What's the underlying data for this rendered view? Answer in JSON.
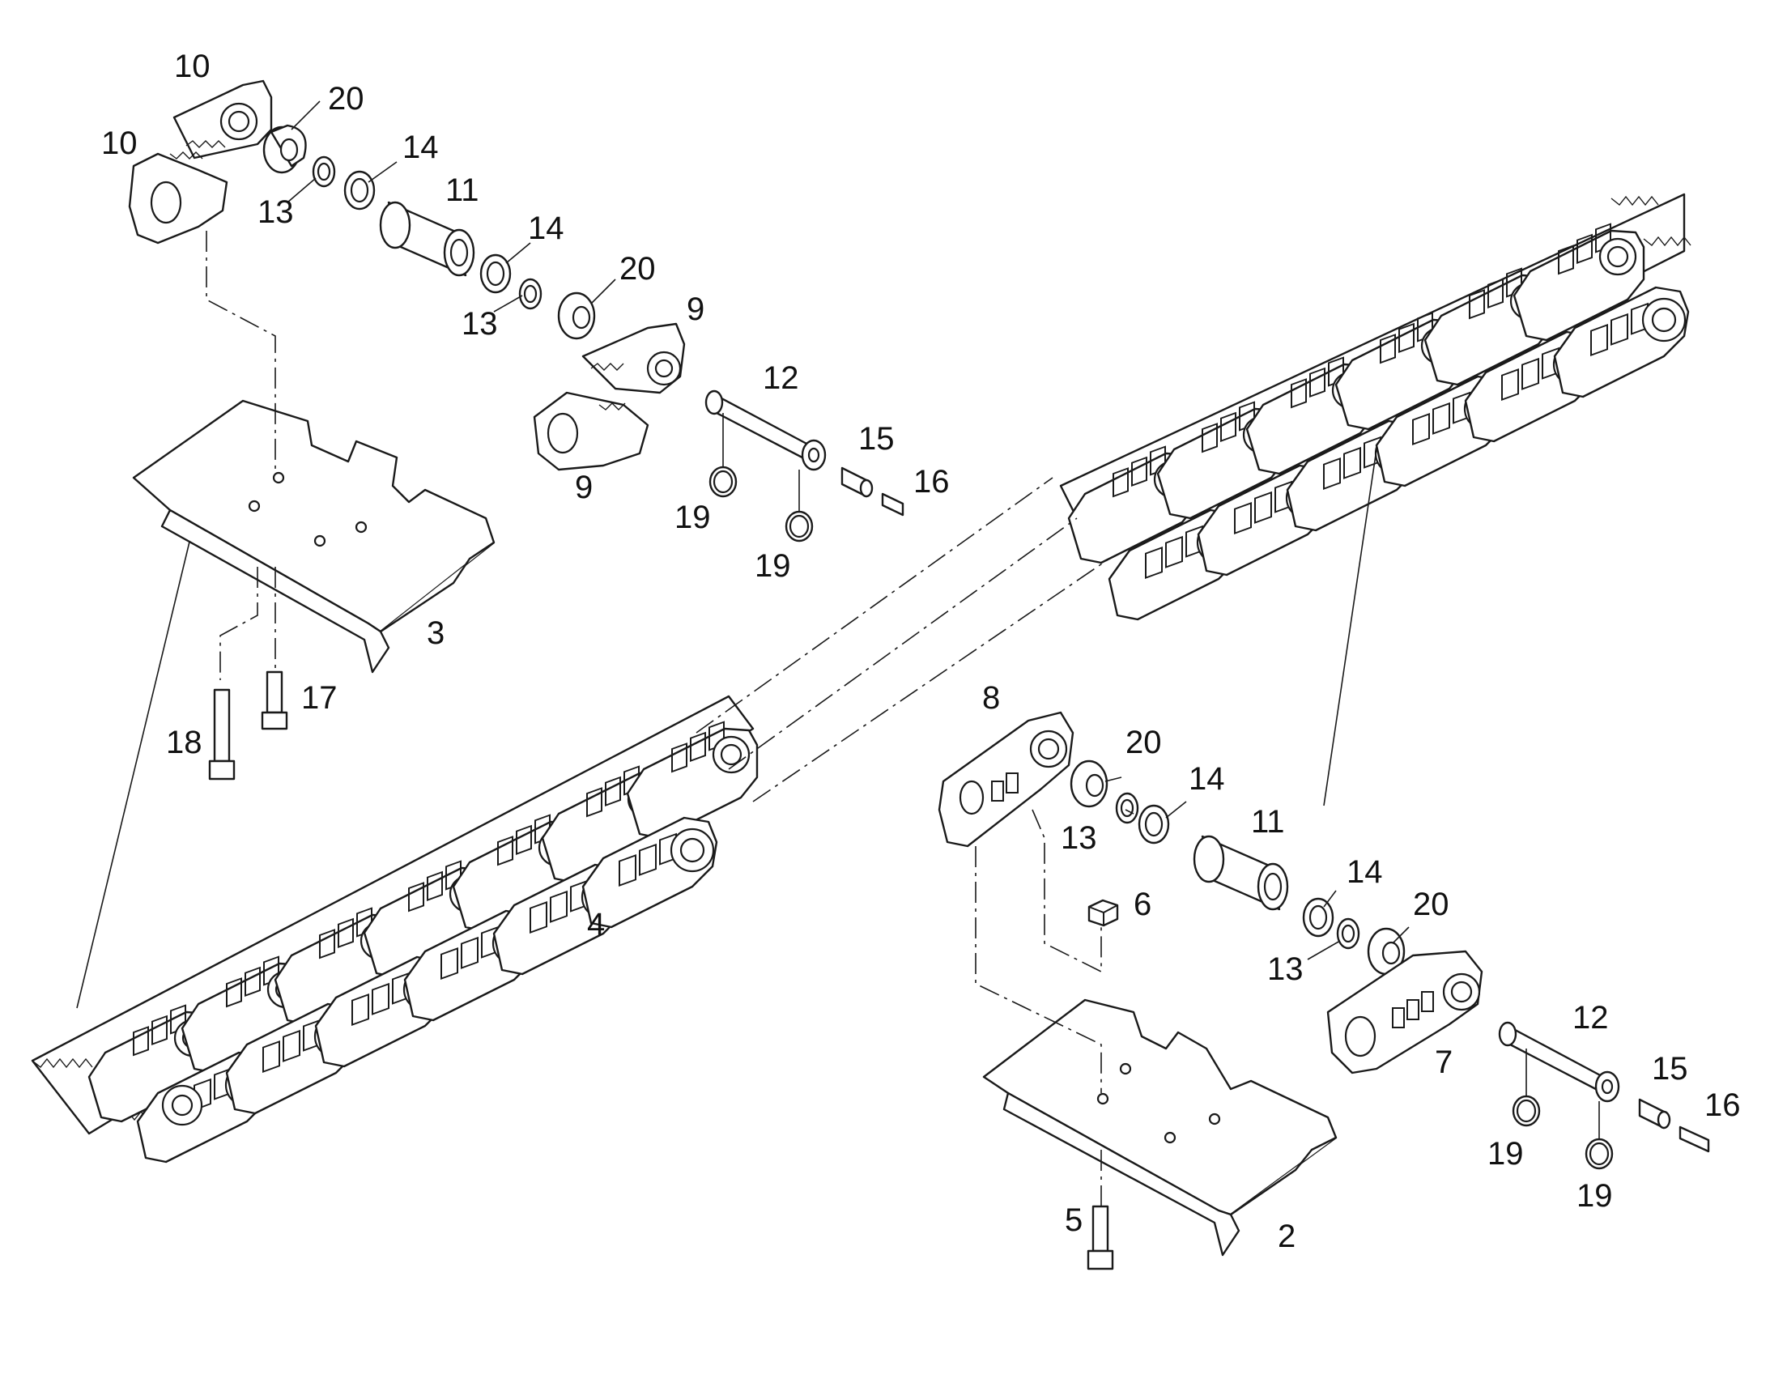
{
  "callouts": {
    "c2": "2",
    "c3": "3",
    "c4": "4",
    "c5": "5",
    "c6": "6",
    "c7": "7",
    "c8": "8",
    "c9a": "9",
    "c9b": "9",
    "c10a": "10",
    "c10b": "10",
    "c11a": "11",
    "c11b": "11",
    "c12a": "12",
    "c12b": "12",
    "c13a": "13",
    "c13b": "13",
    "c13c": "13",
    "c13d": "13",
    "c14a": "14",
    "c14b": "14",
    "c14c": "14",
    "c14d": "14",
    "c15a": "15",
    "c15b": "15",
    "c16a": "16",
    "c16b": "16",
    "c17": "17",
    "c18": "18",
    "c19a": "19",
    "c19b": "19",
    "c19c": "19",
    "c19d": "19",
    "c20a": "20",
    "c20b": "20",
    "c20c": "20",
    "c20d": "20"
  },
  "colors": {
    "ink": "#1a1a1a",
    "paper": "#ffffff"
  }
}
